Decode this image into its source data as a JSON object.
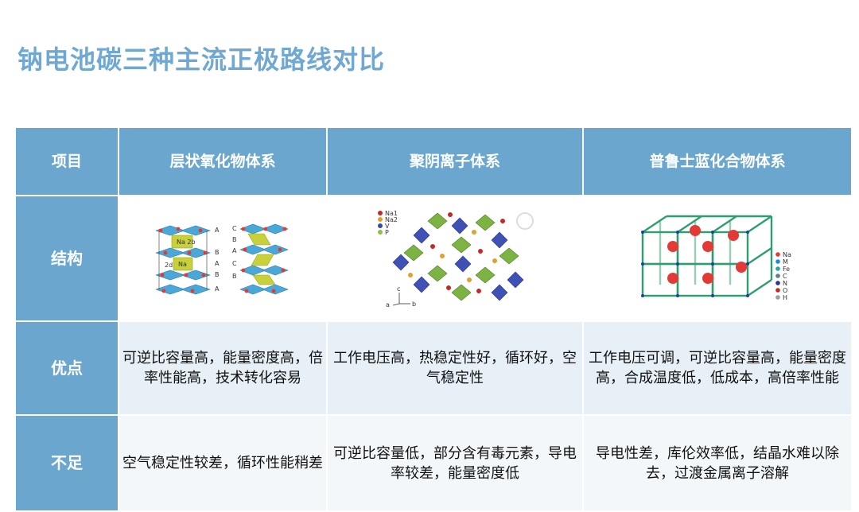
{
  "title": "钠电池碳三种主流正极路线对比",
  "columns": [
    "项目",
    "层状氧化物体系",
    "聚阴离子体系",
    "普鲁士蓝化合物体系"
  ],
  "rows": [
    {
      "label": "结构"
    },
    {
      "label": "优点",
      "cells": [
        "可逆比容量高，能量密度高，倍率性能高，技术转化容易",
        "工作电压高，热稳定性好，循环好，空气稳定性",
        "工作电压可调，可逆比容量高，能量密度高，合成温度低，低成本，高倍率性能"
      ]
    },
    {
      "label": "不足",
      "cells": [
        "空气稳定性较差，循环性能稍差",
        "可逆比容量低，部分含有毒元素，导电率较差，能量密度低",
        "导电性差，库伦效率低，结晶水难以除去，过渡金属离子溶解"
      ]
    }
  ],
  "figures": {
    "layered": {
      "labels": [
        "Na 2b",
        "2d",
        "Na",
        "A",
        "B",
        "A",
        "B",
        "A",
        "C",
        "B",
        "A",
        "C",
        "B"
      ]
    },
    "polyanion": {
      "legend": [
        "Na1",
        "Na2",
        "V",
        "P"
      ],
      "axes": [
        "c",
        "a",
        "b"
      ]
    },
    "prussian": {
      "legend": [
        "Na",
        "M",
        "Fe",
        "C",
        "N",
        "O",
        "H"
      ]
    }
  },
  "colors": {
    "accent": "#6aa6ce",
    "title": "#6fa8d2"
  }
}
